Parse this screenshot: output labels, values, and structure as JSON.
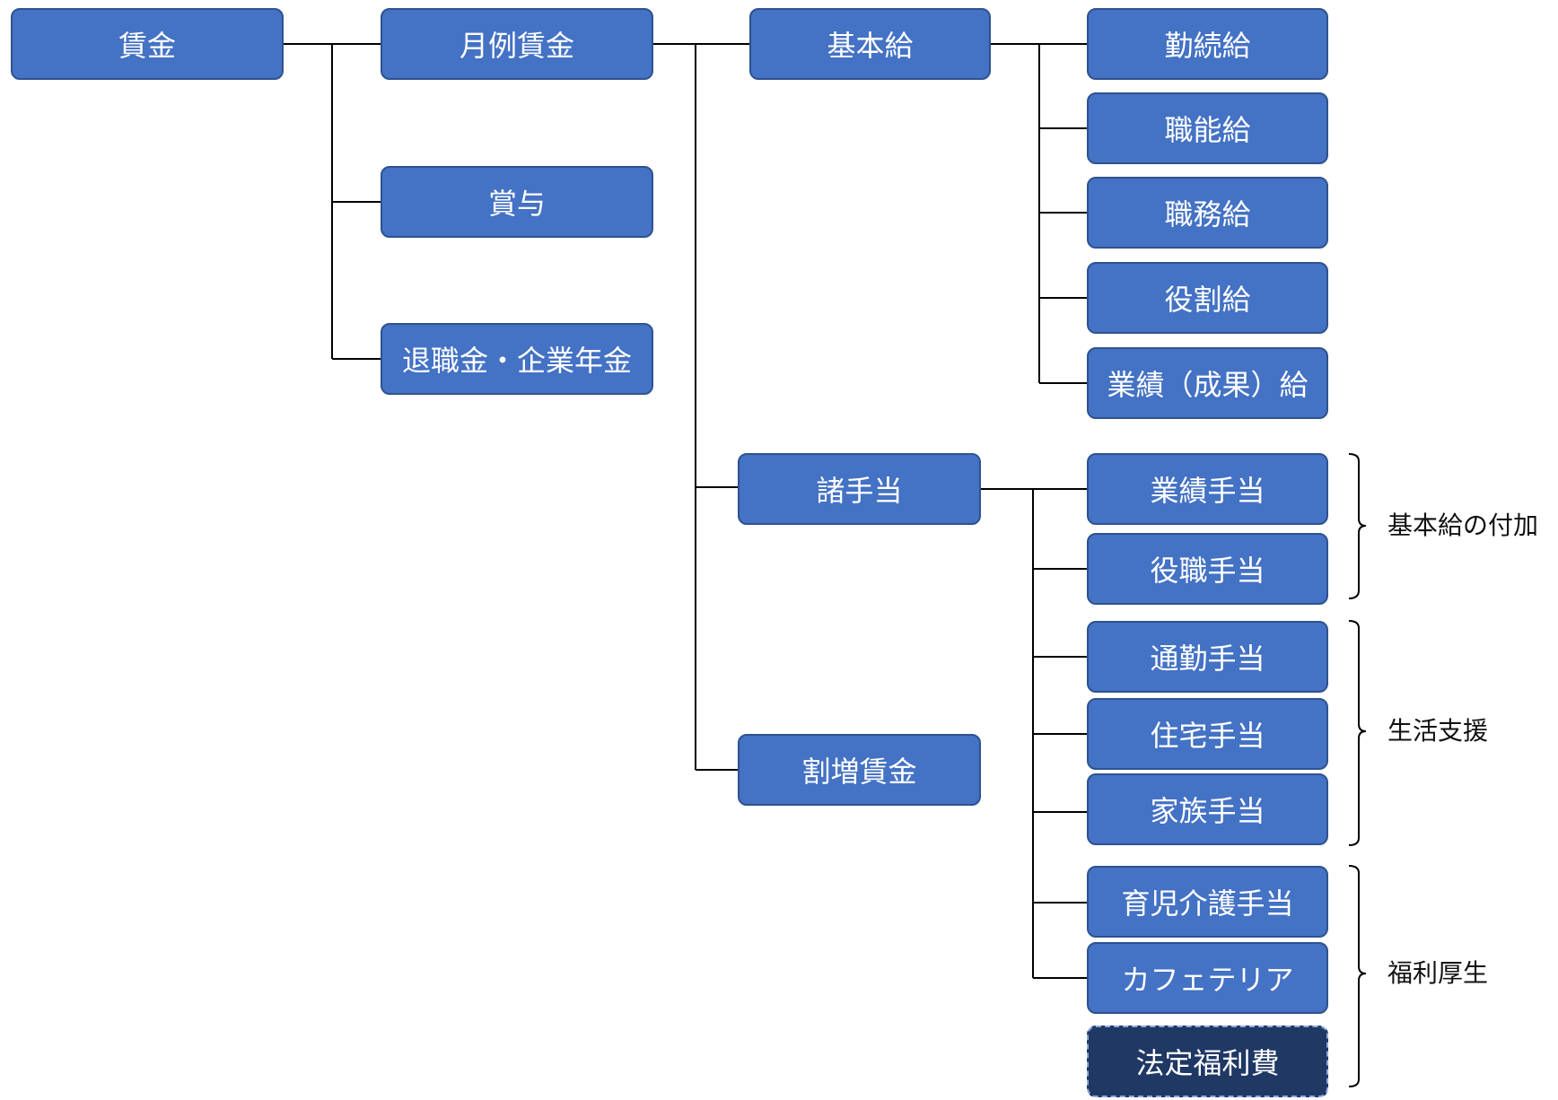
{
  "nodes": {
    "wage": "賃金",
    "monthly_wage": "月例賃金",
    "bonus": "賞与",
    "retirement": "退職金・企業年金",
    "base_pay": "基本給",
    "allowances": "諸手当",
    "overtime": "割増賃金",
    "seniority_pay": "勤続給",
    "skill_pay": "職能給",
    "job_pay": "職務給",
    "role_pay": "役割給",
    "performance_pay": "業績（成果）給",
    "performance_allowance": "業績手当",
    "position_allowance": "役職手当",
    "commute_allowance": "通勤手当",
    "housing_allowance": "住宅手当",
    "family_allowance": "家族手当",
    "childcare_allowance": "育児介護手当",
    "cafeteria": "カフェテリア",
    "statutory_welfare": "法定福利費"
  },
  "groups": {
    "base_addition": "基本給の付加",
    "living_support": "生活支援",
    "welfare": "福利厚生"
  },
  "colors": {
    "node_fill": "#4472C4",
    "node_border": "#2F528F",
    "dark_fill": "#1F3864",
    "line": "#000000"
  }
}
